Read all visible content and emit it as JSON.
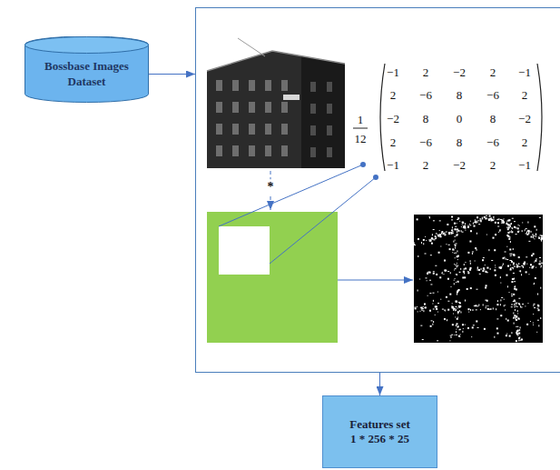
{
  "diagram": {
    "nodes": [
      {
        "text": [
          "Bossbase Images Dataset"
        ]
      },
      {
        "text": [
          "*"
        ]
      },
      {
        "text": [
          "Features set",
          "1 * 256 * 25"
        ]
      }
    ],
    "edges": [
      {
        "from": 0,
        "to": 1,
        "arrow": "to"
      },
      {
        "from": 1,
        "to": 2,
        "arrow": "to"
      }
    ],
    "labels": [
      "1",
      "12",
      "−1",
      "2",
      "−2",
      "2",
      "−1",
      "2",
      "−6",
      "8",
      "−6",
      "2",
      "−2",
      "8",
      "0",
      "8",
      "−2",
      "2",
      "−6",
      "8",
      "−6",
      "2",
      "−1",
      "2",
      "−2",
      "2",
      "−1"
    ]
  }
}
